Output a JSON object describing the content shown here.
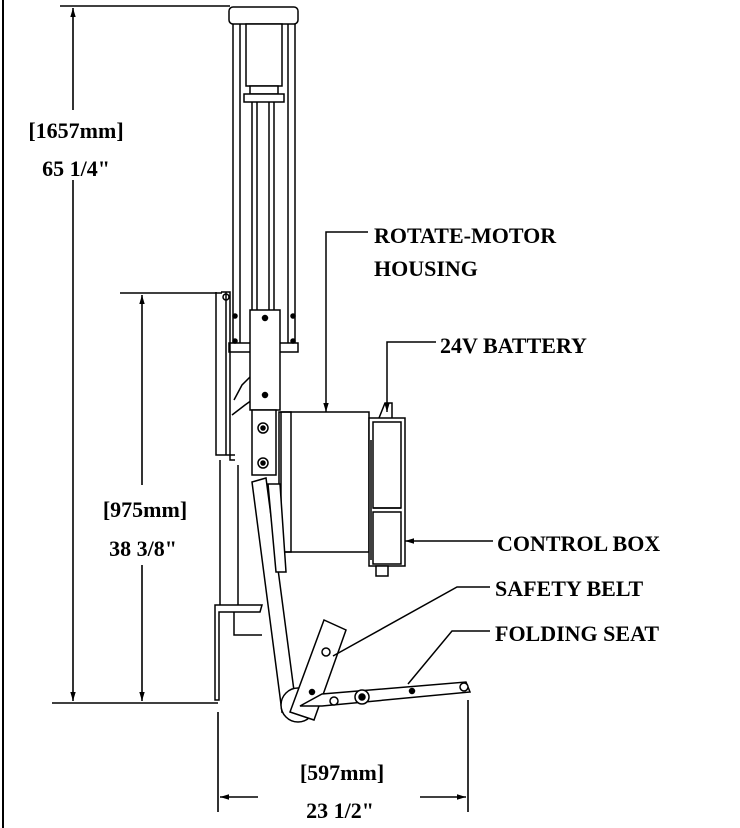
{
  "dimensions": {
    "overall_height": {
      "metric": "[1657mm]",
      "imperial": "65 1/4\""
    },
    "seat_height": {
      "metric": "[975mm]",
      "imperial": "38 3/8\""
    },
    "reach": {
      "metric": "[597mm]",
      "imperial": "23 1/2\""
    }
  },
  "callouts": {
    "rotate_motor_line1": "ROTATE-MOTOR",
    "rotate_motor_line2": "HOUSING",
    "battery": "24V BATTERY",
    "control_box": "CONTROL BOX",
    "safety_belt": "SAFETY BELT",
    "folding_seat": "FOLDING SEAT"
  }
}
